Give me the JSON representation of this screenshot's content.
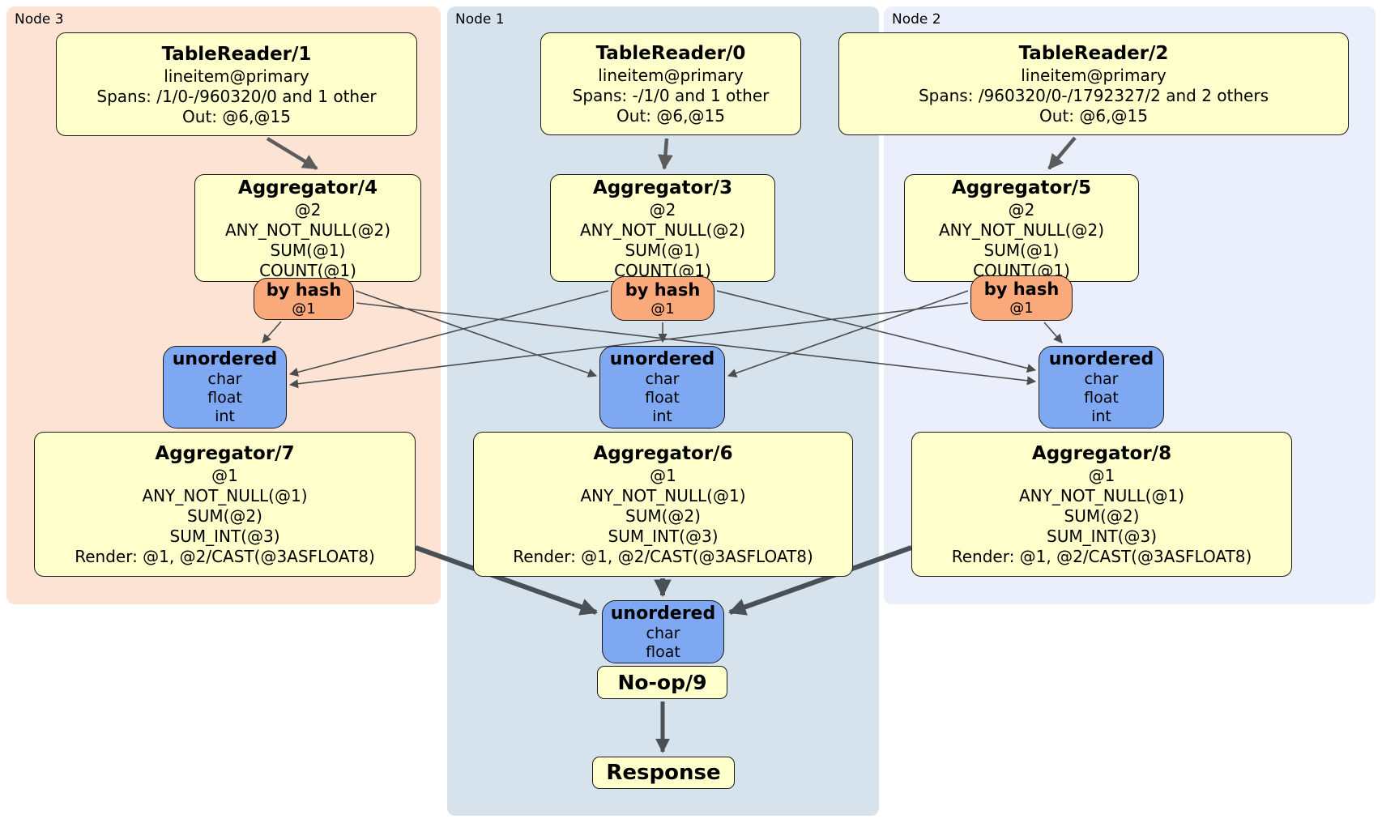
{
  "regions": {
    "node3": {
      "label": "Node 3"
    },
    "node1": {
      "label": "Node 1"
    },
    "node2": {
      "label": "Node 2"
    }
  },
  "proc": {
    "tr1": {
      "title": "TableReader/1",
      "lines": [
        "lineitem@primary",
        "Spans: /1/0-/960320/0 and 1 other",
        "Out: @6,@15"
      ]
    },
    "tr0": {
      "title": "TableReader/0",
      "lines": [
        "lineitem@primary",
        "Spans: -/1/0 and 1 other",
        "Out: @6,@15"
      ]
    },
    "tr2": {
      "title": "TableReader/2",
      "lines": [
        "lineitem@primary",
        "Spans: /960320/0-/1792327/2 and 2 others",
        "Out: @6,@15"
      ]
    },
    "agg4": {
      "title": "Aggregator/4",
      "lines": [
        "@2",
        "ANY_NOT_NULL(@2)",
        "SUM(@1)",
        "COUNT(@1)"
      ]
    },
    "agg3": {
      "title": "Aggregator/3",
      "lines": [
        "@2",
        "ANY_NOT_NULL(@2)",
        "SUM(@1)",
        "COUNT(@1)"
      ]
    },
    "agg5": {
      "title": "Aggregator/5",
      "lines": [
        "@2",
        "ANY_NOT_NULL(@2)",
        "SUM(@1)",
        "COUNT(@1)"
      ]
    },
    "agg7": {
      "title": "Aggregator/7",
      "lines": [
        "@1",
        "ANY_NOT_NULL(@1)",
        "SUM(@2)",
        "SUM_INT(@3)",
        "Render: @1, @2/CAST(@3ASFLOAT8)"
      ]
    },
    "agg6": {
      "title": "Aggregator/6",
      "lines": [
        "@1",
        "ANY_NOT_NULL(@1)",
        "SUM(@2)",
        "SUM_INT(@3)",
        "Render: @1, @2/CAST(@3ASFLOAT8)"
      ]
    },
    "agg8": {
      "title": "Aggregator/8",
      "lines": [
        "@1",
        "ANY_NOT_NULL(@1)",
        "SUM(@2)",
        "SUM_INT(@3)",
        "Render: @1, @2/CAST(@3ASFLOAT8)"
      ]
    },
    "noop": {
      "title": "No-op/9"
    },
    "resp": {
      "title": "Response"
    }
  },
  "router": {
    "bh3": {
      "title": "by hash",
      "key": "@1"
    },
    "bh1": {
      "title": "by hash",
      "key": "@1"
    },
    "bh2": {
      "title": "by hash",
      "key": "@1"
    }
  },
  "sync": {
    "u3": {
      "title": "unordered",
      "types": [
        "char",
        "float",
        "int"
      ]
    },
    "u1": {
      "title": "unordered",
      "types": [
        "char",
        "float",
        "int"
      ]
    },
    "u2": {
      "title": "unordered",
      "types": [
        "char",
        "float",
        "int"
      ]
    },
    "ub": {
      "title": "unordered",
      "types": [
        "char",
        "float"
      ]
    }
  },
  "colors": {
    "node3_bg": "#fde3d4",
    "node1_bg": "#d6e3ed",
    "node2_bg": "#eaeffb",
    "box_fill": "#ffffcc",
    "router_fill": "#f9a97a",
    "sync_fill": "#7ea9f2",
    "box_border": "#1a1a1a",
    "edge_thin": "#4d4d4d",
    "edge_med": "#5c5c5c",
    "edge_thick": "#4a5156",
    "canvas_bg": "#ffffff"
  }
}
